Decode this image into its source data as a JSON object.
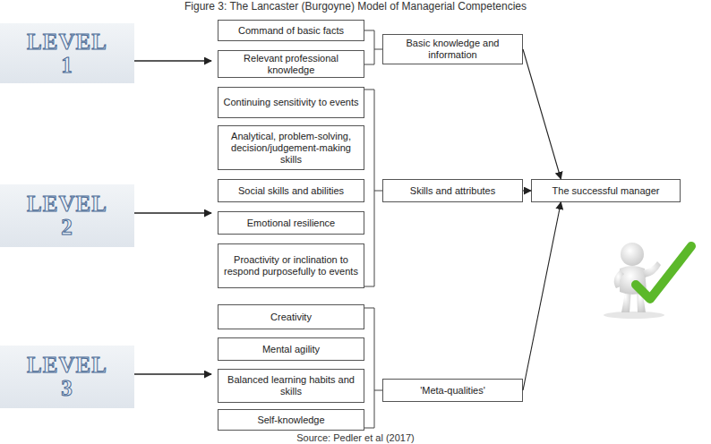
{
  "diagram": {
    "title": "Figure 3: The Lancaster (Burgoyne) Model of Managerial Competencies",
    "caption": "Source: Pedler et al (2017)",
    "nodes": [
      {
        "text": [
          "LEVEL 1"
        ]
      },
      {
        "text": [
          "LEVEL 2"
        ]
      },
      {
        "text": [
          "LEVEL 3"
        ]
      },
      {
        "text": [
          "Command of basic facts"
        ]
      },
      {
        "text": [
          "Relevant professional knowledge"
        ]
      },
      {
        "text": [
          "Continuing sensitivity to events"
        ]
      },
      {
        "text": [
          "Analytical, problem-solving, decision/judgement-making skills"
        ]
      },
      {
        "text": [
          "Social skills and abilities"
        ]
      },
      {
        "text": [
          "Emotional resilience"
        ]
      },
      {
        "text": [
          "Proactivity or inclination to respond purposefully to events"
        ]
      },
      {
        "text": [
          "Creativity"
        ]
      },
      {
        "text": [
          "Mental agility"
        ]
      },
      {
        "text": [
          "Balanced learning habits and skills"
        ]
      },
      {
        "text": [
          "Self-knowledge"
        ]
      },
      {
        "text": [
          "Basic knowledge and information"
        ]
      },
      {
        "text": [
          "Skills and attributes"
        ]
      },
      {
        "text": [
          "'Meta-qualities'"
        ]
      },
      {
        "text": [
          "The successful manager"
        ]
      }
    ],
    "edges": [
      {
        "from": 14,
        "to": 17,
        "arrow": "to"
      },
      {
        "from": 15,
        "to": 17,
        "arrow": "to"
      },
      {
        "from": 16,
        "to": 17,
        "arrow": "to"
      }
    ]
  }
}
